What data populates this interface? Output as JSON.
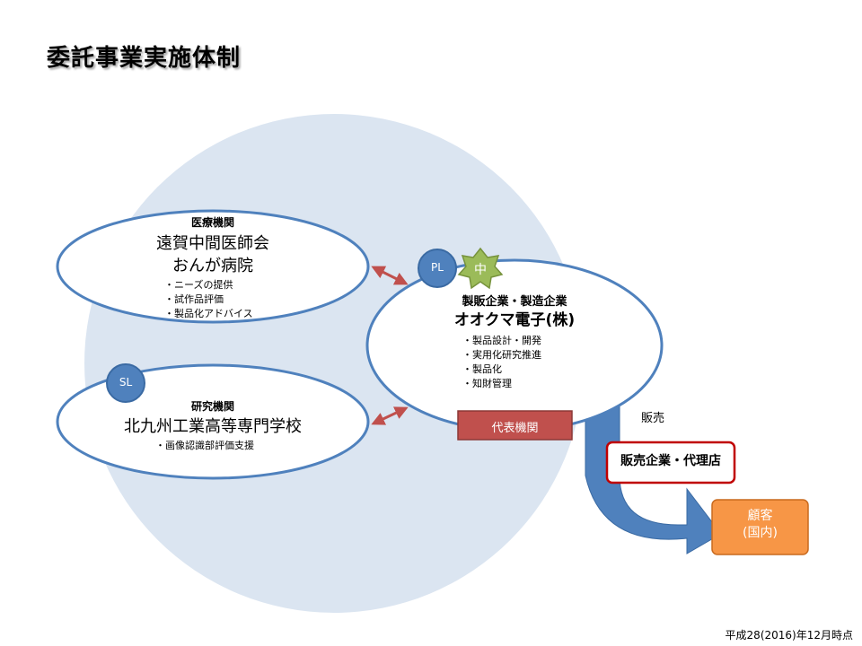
{
  "page_title": "委託事業実施体制",
  "medical": {
    "category": "医療機関",
    "name_line1": "遠賀中間医師会",
    "name_line2": "おんが病院",
    "items": [
      "ニーズの提供",
      "試作品評価",
      "製品化アドバイス"
    ]
  },
  "research": {
    "badge": "SL",
    "category": "研究機関",
    "name": "北九州工業高等専門学校",
    "items": [
      "画像認識部評価支援"
    ]
  },
  "company": {
    "badge_pl": "PL",
    "badge_star": "中",
    "category": "製販企業・製造企業",
    "name": "オオクマ電子(株)",
    "items": [
      "製品設計・開発",
      "実用化研究推進",
      "製品化",
      "知財管理"
    ],
    "representative": "代表機関"
  },
  "sales": {
    "arrow_label": "販売",
    "box_label": "販売企業・代理店"
  },
  "customer": {
    "line1": "顧客",
    "line2": "(国内)"
  },
  "footer_note": "平成28(2016)年12月時点",
  "colors": {
    "big_circle": "#dbe5f1",
    "ellipse_stroke": "#4f81bd",
    "badge_fill": "#4f81bd",
    "star_fill": "#9bbb59",
    "arrow_red": "#c0504d",
    "rep_box": "#c0504d",
    "sales_arrow": "#4f81bd",
    "sales_box_border": "#c00000",
    "customer_fill": "#f79646"
  }
}
